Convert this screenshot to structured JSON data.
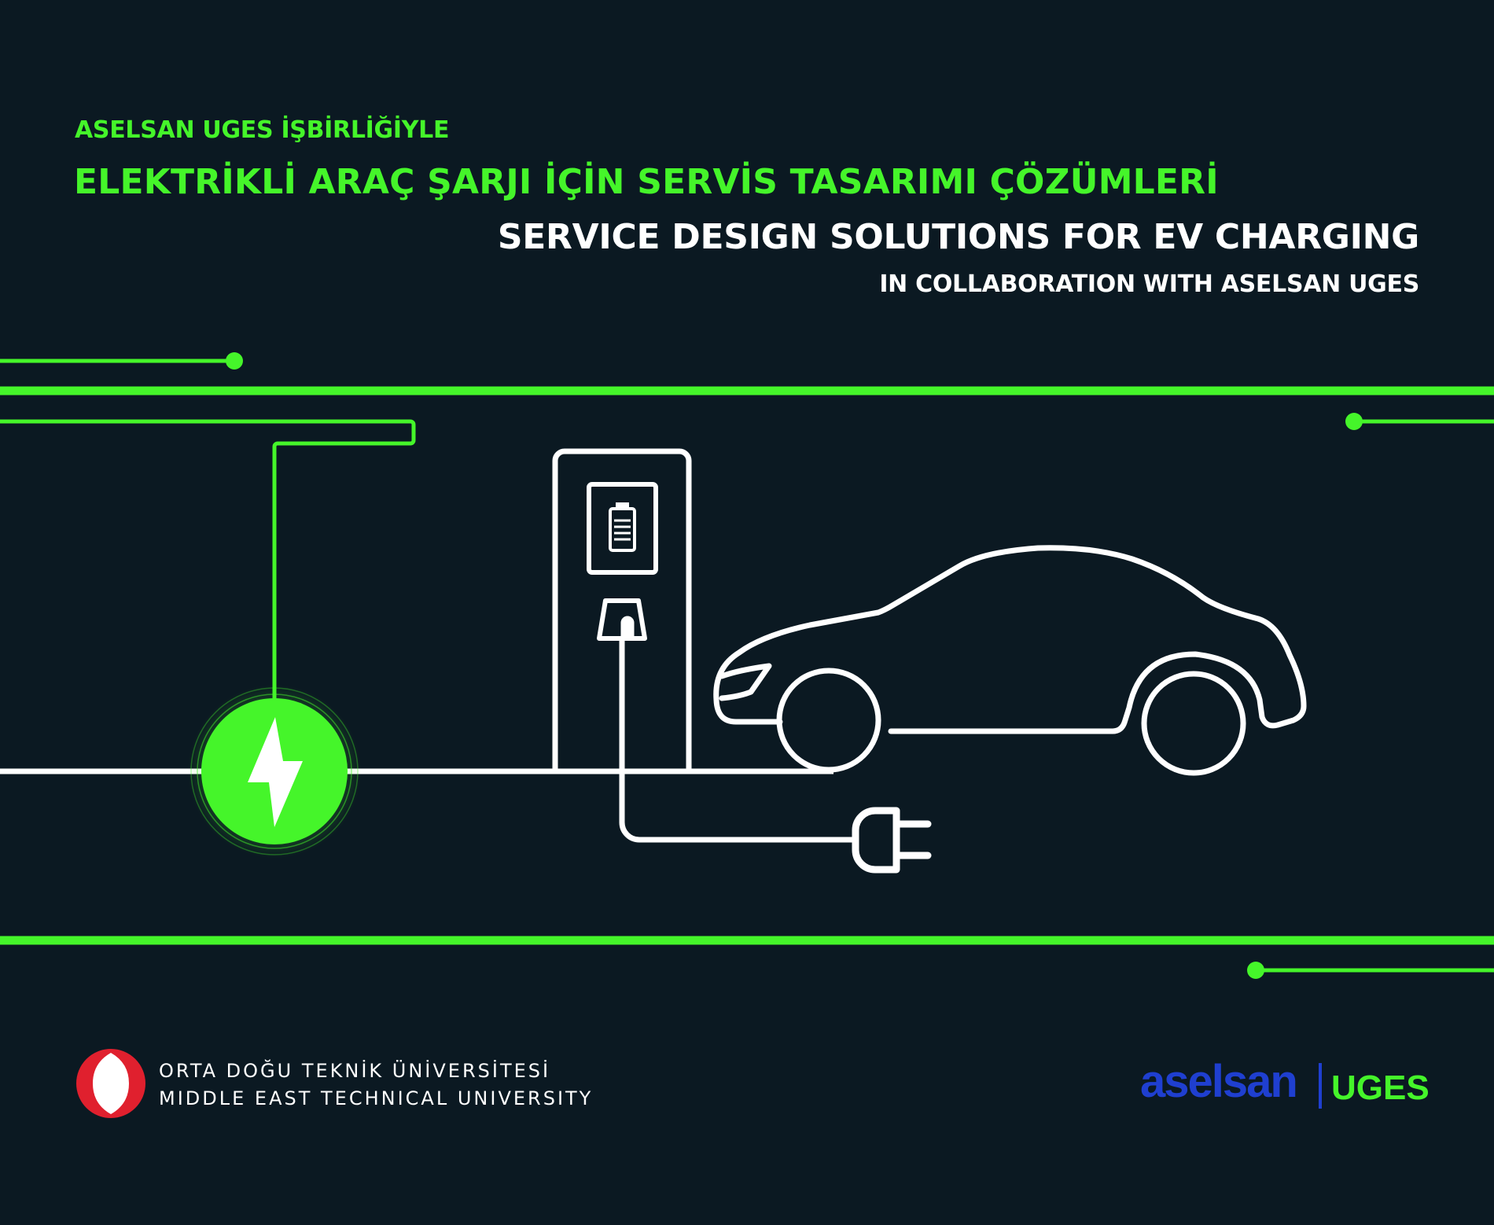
{
  "header": {
    "turkish_subtitle": "ASELSAN UGES İŞBİRLİĞİYLE",
    "turkish_title": "ELEKTRİKLİ ARAÇ ŞARJI İÇİN SERVİS TASARIMI ÇÖZÜMLERİ",
    "english_title": "SERVICE DESIGN SOLUTIONS FOR EV CHARGING",
    "english_subtitle": "IN COLLABORATION WITH ASELSAN UGES"
  },
  "illustration": {
    "icons": [
      "lightning-bolt-icon",
      "charging-station-icon",
      "battery-icon",
      "plug-icon",
      "electric-car-icon"
    ]
  },
  "footer": {
    "metu_line1": "ORTA DOĞU TEKNİK ÜNİVERSİTESİ",
    "metu_line2": "MIDDLE EAST TECHNICAL UNIVERSITY",
    "aselsan_text": "aselsan",
    "uges_text": "UGES"
  },
  "colors": {
    "background": "#0b1922",
    "accent_green": "#45f52a",
    "white": "#ffffff",
    "aselsan_blue": "#1f3fd0",
    "metu_red": "#e0202e"
  }
}
